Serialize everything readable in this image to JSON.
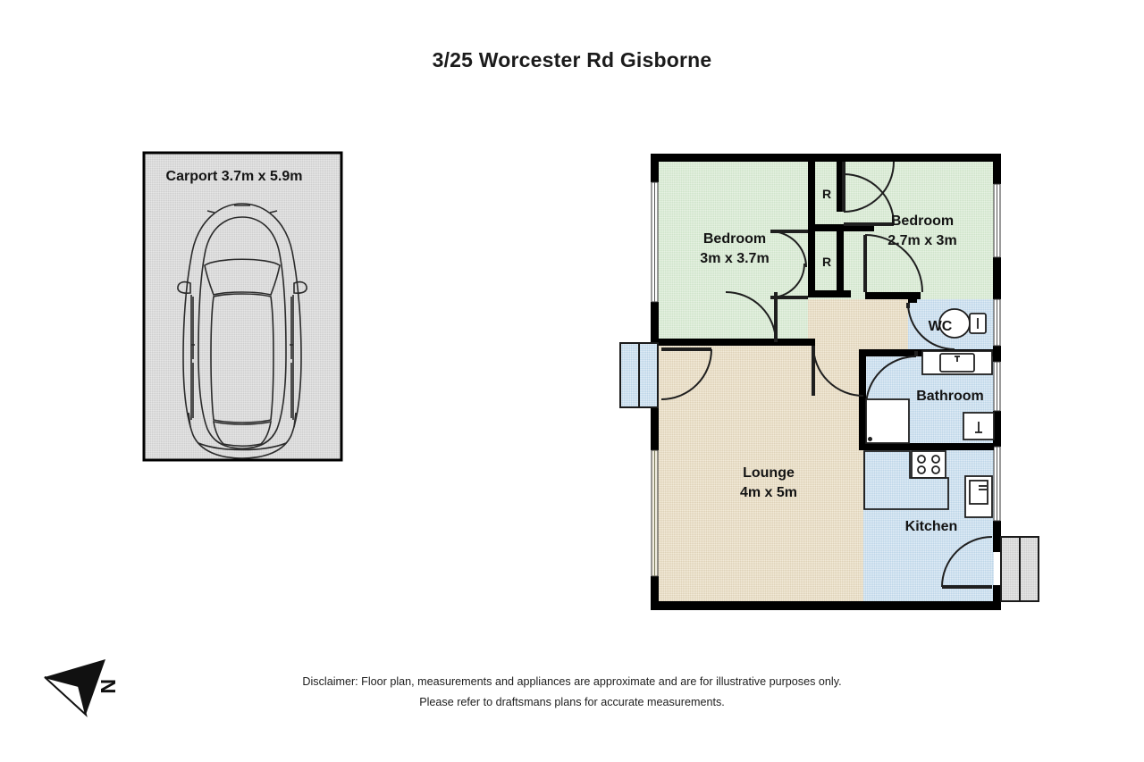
{
  "page": {
    "title": "3/25 Worcester Rd Gisborne",
    "background_color": "#ffffff"
  },
  "carport": {
    "label": "Carport 3.7m x 5.9m",
    "fill_color": "#dcdcdc",
    "border_color": "#000000",
    "car_icon": "car-top-view-icon"
  },
  "floorplan": {
    "wall_color": "#000000",
    "rooms": [
      {
        "id": "bedroom-main",
        "name": "Bedroom",
        "dimensions": "3m x 3.7m",
        "fill_color": "#d9e8d6"
      },
      {
        "id": "bedroom-second",
        "name": "Bedroom",
        "dimensions": "2.7m x 3m",
        "fill_color": "#d9e8d6"
      },
      {
        "id": "lounge",
        "name": "Lounge",
        "dimensions": "4m x 5m",
        "fill_color": "#e9dfc9"
      },
      {
        "id": "bathroom",
        "name": "Bathroom",
        "dimensions": "",
        "fill_color": "#cee0ee"
      },
      {
        "id": "kitchen",
        "name": "Kitchen",
        "dimensions": "",
        "fill_color": "#cee0ee"
      },
      {
        "id": "wc",
        "name": "WC",
        "dimensions": "",
        "fill_color": "#cee0ee"
      }
    ],
    "robes": [
      {
        "id": "robe-upper",
        "label": "R"
      },
      {
        "id": "robe-lower",
        "label": "R"
      }
    ],
    "hallway": {
      "id": "hallway",
      "fill_color": "#e9dfc9"
    },
    "fixtures": [
      "toilet-icon",
      "vanity-basin-icon",
      "shower-icon",
      "bathtub-icon",
      "cooktop-icon",
      "kitchen-sink-icon",
      "kitchen-bench-icon"
    ]
  },
  "compass": {
    "label": "N",
    "icon": "north-arrow-icon"
  },
  "disclaimer": {
    "line1": "Disclaimer: Floor plan, measurements and appliances are approximate and are for illustrative purposes only.",
    "line2": "Please refer to draftsmans plans for accurate measurements."
  }
}
